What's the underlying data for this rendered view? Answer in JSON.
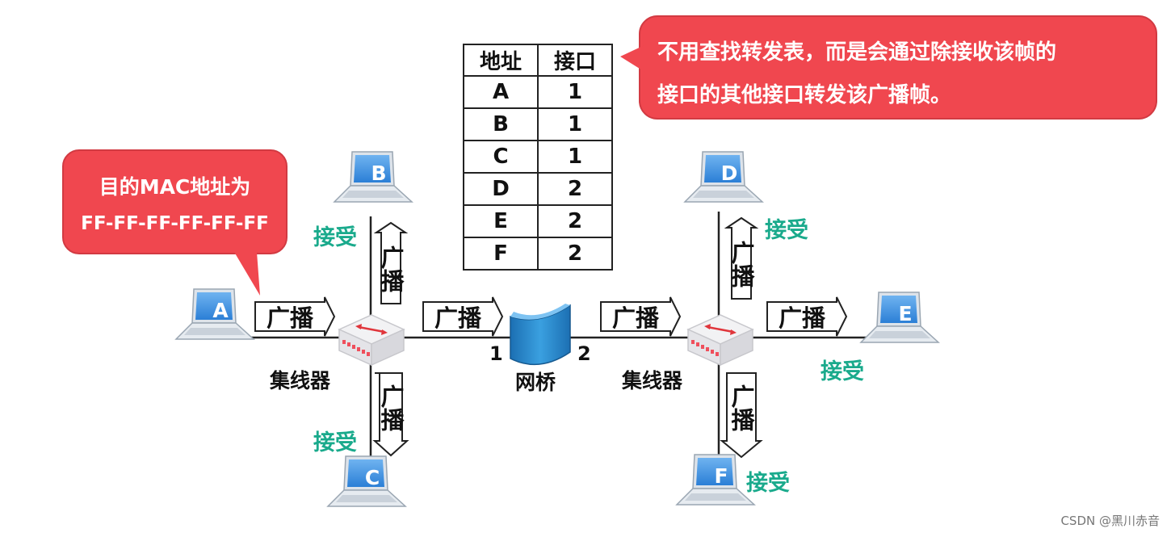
{
  "table": {
    "headers": [
      "地址",
      "接口"
    ],
    "rows": [
      {
        "addr": "A",
        "port": "1"
      },
      {
        "addr": "B",
        "port": "1"
      },
      {
        "addr": "C",
        "port": "1"
      },
      {
        "addr": "D",
        "port": "2"
      },
      {
        "addr": "E",
        "port": "2"
      },
      {
        "addr": "F",
        "port": "2"
      }
    ]
  },
  "callout_right": {
    "line1": "不用查找转发表，而是会通过除接收该帧的",
    "line2": "接口的其他接口转发该广播帧。"
  },
  "callout_left": {
    "line1": "目的MAC地址为",
    "line2": "FF-FF-FF-FF-FF-FF"
  },
  "hosts": {
    "a": "A",
    "b": "B",
    "c": "C",
    "d": "D",
    "e": "E",
    "f": "F"
  },
  "hub_left_label": "集线器",
  "hub_right_label": "集线器",
  "bridge_label": "网桥",
  "bridge_port1": "1",
  "bridge_port2": "2",
  "broadcast": "广播",
  "accept": "接受",
  "watermark": "CSDN @黑川赤音",
  "colors": {
    "callout": "#f0474f",
    "accept": "#1aaa8c",
    "laptop_screen": "#3d8fdc",
    "bridge": "#1f7fc4"
  }
}
